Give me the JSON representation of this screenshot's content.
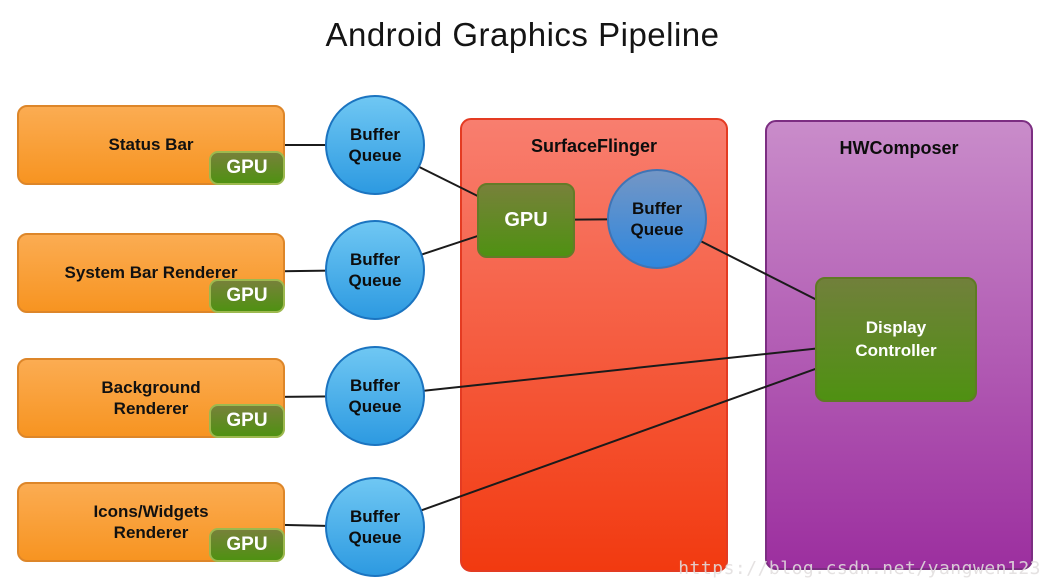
{
  "title": "Android Graphics Pipeline",
  "watermark": "https://blog.csdn.net/yangwen123",
  "labels": {
    "gpu": "GPU",
    "buffer_queue": "Buffer Queue"
  },
  "renderers": [
    {
      "label": "Status Bar"
    },
    {
      "label": "System Bar Renderer"
    },
    {
      "label": "Background Renderer"
    },
    {
      "label": "Icons/Widgets Renderer"
    }
  ],
  "surfaceflinger": {
    "title": "SurfaceFlinger"
  },
  "hwcomposer": {
    "title": "HWComposer",
    "display_controller": "Display Controller"
  },
  "colors": {
    "renderer_top": "#FBAC52",
    "renderer_bottom": "#F79421",
    "renderer_border": "#DD8629",
    "queue_top": "#6FC7F3",
    "queue_bottom": "#2D9AE1",
    "queue_border": "#1B74C0",
    "sf_queue_top": "#7396C5",
    "sf_queue_bottom": "#2F87DE",
    "surfaceflinger_top": "#F87E6F",
    "surfaceflinger_bottom": "#F23A10",
    "surfaceflinger_border": "#E43B22",
    "hwcomposer_top": "#C98CCA",
    "hwcomposer_bottom": "#9C2F9F",
    "hwcomposer_border": "#7C2E82",
    "green_top": "#77813A",
    "green_bottom": "#4F9112",
    "line": "#1B1B1B"
  }
}
